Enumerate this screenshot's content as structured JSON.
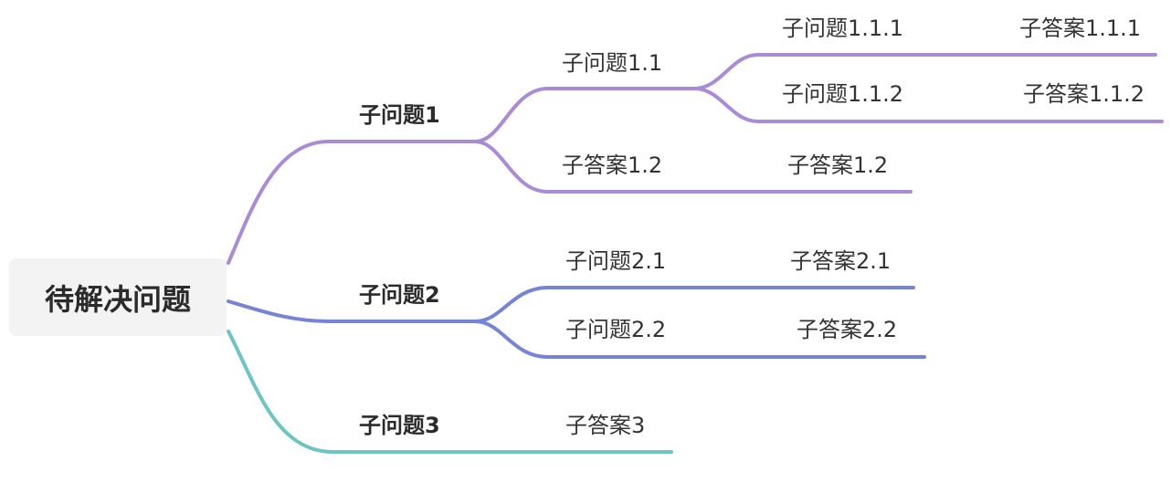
{
  "colors": {
    "branch1": "#a98bd6",
    "branch2": "#7584d6",
    "branch3": "#6cc5c2",
    "root_bg": "#f2f3f2"
  },
  "root": {
    "label": "待解决问题"
  },
  "branches": [
    {
      "label": "子问题1",
      "children": [
        {
          "label": "子问题1.1",
          "children": [
            {
              "label": "子问题1.1.1",
              "answer": "子答案1.1.1"
            },
            {
              "label": "子问题1.1.2",
              "answer": "子答案1.1.2"
            }
          ]
        },
        {
          "label": "子答案1.2",
          "answer": "子答案1.2"
        }
      ]
    },
    {
      "label": "子问题2",
      "children": [
        {
          "label": "子问题2.1",
          "answer": "子答案2.1"
        },
        {
          "label": "子问题2.2",
          "answer": "子答案2.2"
        }
      ]
    },
    {
      "label": "子问题3",
      "children": [
        {
          "label": "子答案3"
        }
      ]
    }
  ]
}
